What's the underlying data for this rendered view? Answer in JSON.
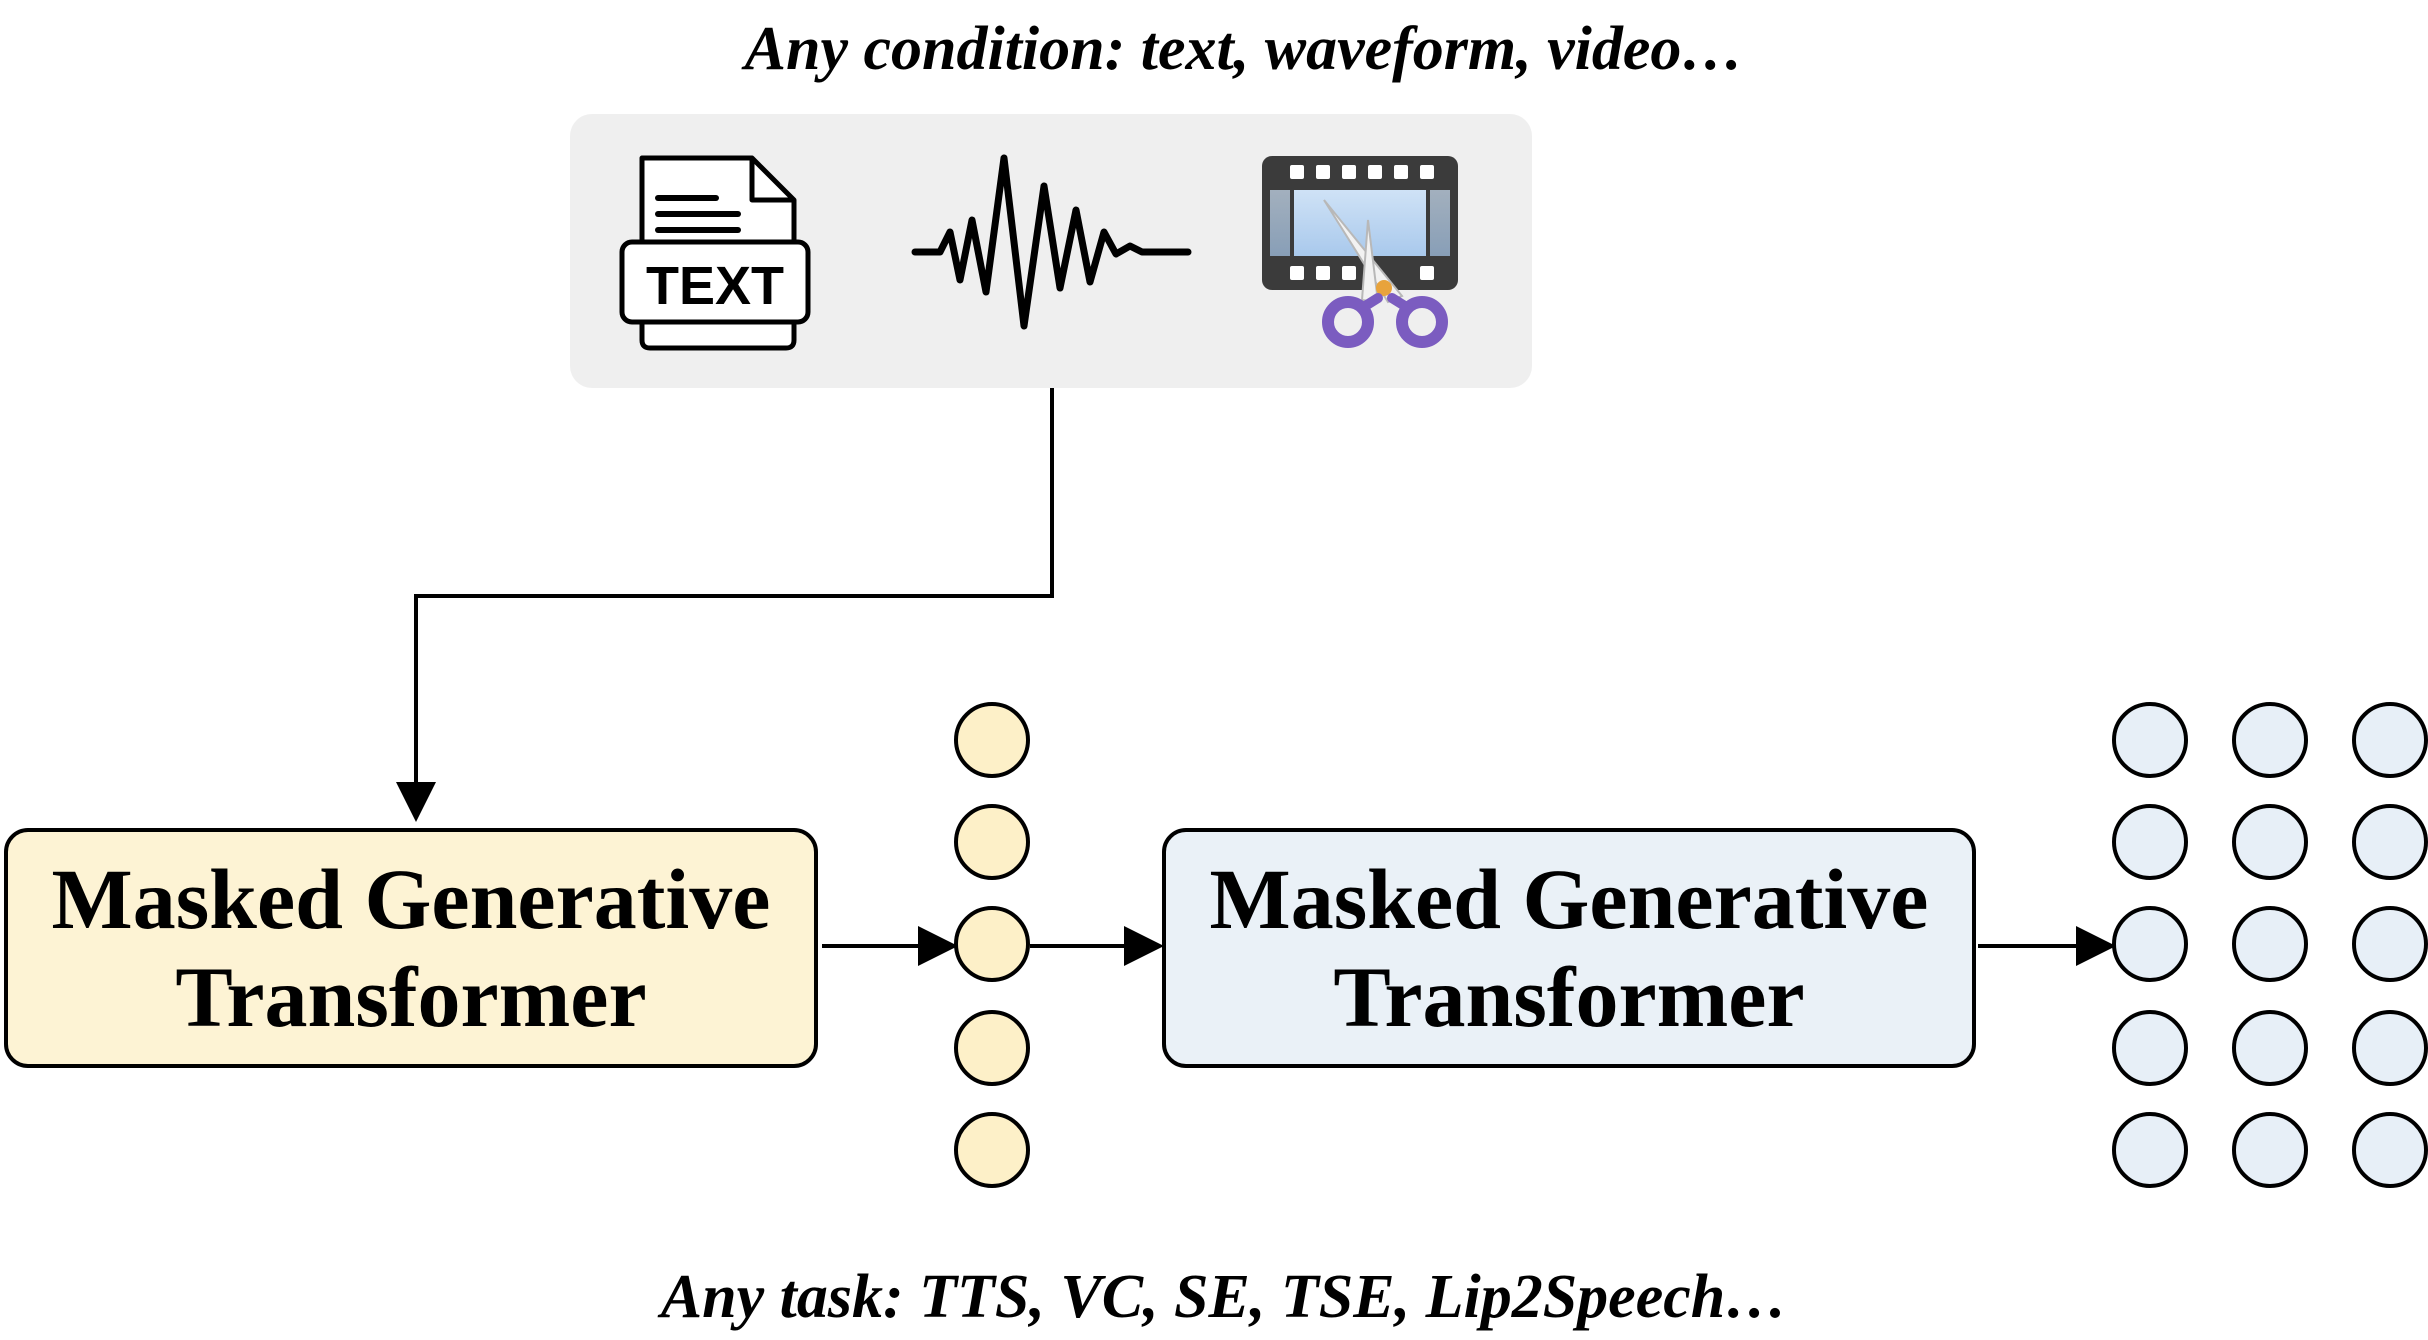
{
  "condition_caption": "Any condition: text, waveform, video…",
  "task_caption": "Any task: TTS, VC, SE, TSE, Lip2Speech…",
  "condition_icons": [
    {
      "icon": "text-document-icon",
      "label": "TEXT"
    },
    {
      "icon": "waveform-icon"
    },
    {
      "icon": "video-edit-icon"
    }
  ],
  "stages": [
    {
      "line1": "Masked Generative",
      "line2": "Transformer",
      "fill": "#fdf3d4"
    },
    {
      "line1": "Masked Generative",
      "line2": "Transformer",
      "fill": "#eaf1f7"
    }
  ],
  "colors": {
    "token_stage1": "#fdf0c8",
    "token_stage2": "#e7eff7",
    "panel": "#efefef",
    "line": "#000000"
  }
}
